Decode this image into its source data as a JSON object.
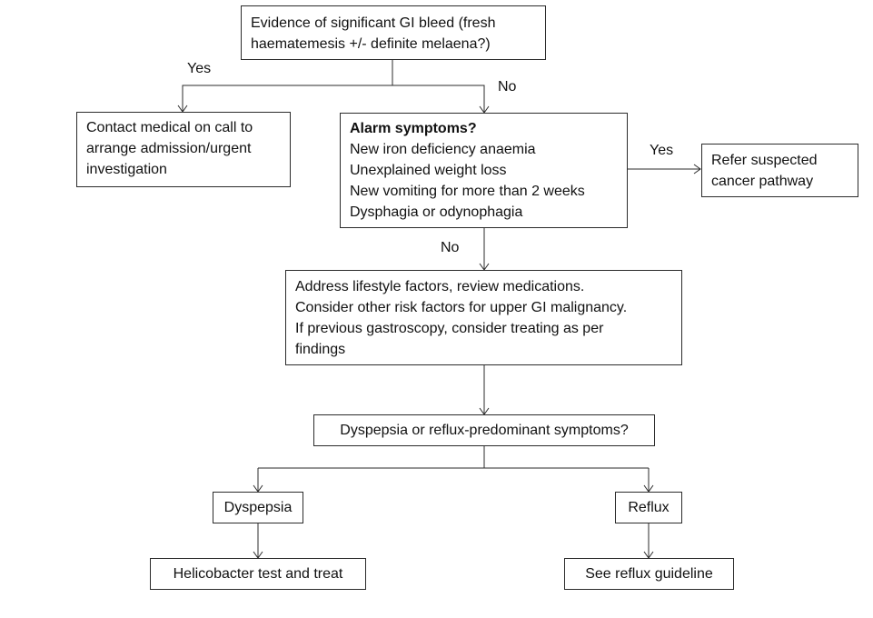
{
  "nodes": {
    "gi_bleed": {
      "lines": [
        "Evidence of significant GI bleed (fresh",
        "haematemesis +/- definite melaena?)"
      ]
    },
    "contact_medical": {
      "lines": [
        "Contact medical on call to",
        "arrange admission/urgent",
        "investigation"
      ]
    },
    "alarm": {
      "heading": "Alarm symptoms?",
      "items": [
        "New iron deficiency anaemia",
        "Unexplained weight loss",
        "New vomiting for more than 2 weeks",
        "Dysphagia or odynophagia"
      ]
    },
    "refer_cancer": {
      "lines": [
        "Refer suspected",
        "cancer pathway"
      ]
    },
    "lifestyle": {
      "lines": [
        "Address lifestyle factors, review medications.",
        "Consider other risk factors for upper GI malignancy.",
        "If previous gastroscopy, consider treating as per",
        "findings"
      ]
    },
    "dyspepsia_or_reflux": {
      "text": "Dyspepsia or reflux-predominant symptoms?"
    },
    "dyspepsia": {
      "text": "Dyspepsia"
    },
    "reflux": {
      "text": "Reflux"
    },
    "helicobacter": {
      "text": "Helicobacter test and treat"
    },
    "reflux_guideline": {
      "text": "See reflux guideline"
    }
  },
  "edge_labels": {
    "bleed_yes": "Yes",
    "bleed_no": "No",
    "alarm_yes": "Yes",
    "alarm_no": "No"
  },
  "colors": {
    "line": "#2b2b2b",
    "text": "#111111",
    "background": "#ffffff"
  }
}
